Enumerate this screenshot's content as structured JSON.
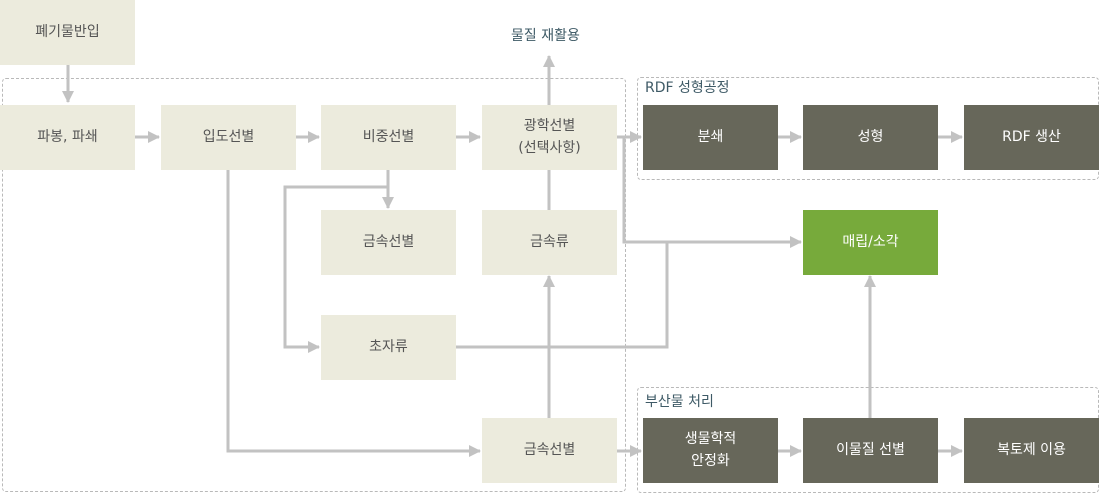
{
  "nodes": {
    "waste_intake": "폐기물반입",
    "crushing": "파봉, 파쇄",
    "size_sorting": "입도선별",
    "gravity_sorting": "비중선별",
    "optical_sorting": "광학선별\n(선택사항)",
    "metal_sorting_mid": "금속선별",
    "metals": "금속류",
    "light_fraction": "초자류",
    "metal_sorting_bottom": "금속선별",
    "shredding": "분쇄",
    "forming": "성형",
    "rdf_production": "RDF 생산",
    "landfill_incineration": "매립/소각",
    "biological_stabilization": "생물학적\n안정화",
    "foreign_matter_sorting": "이물질 선별",
    "soil_cover_use": "복토제 이용"
  },
  "labels": {
    "material_recycling": "물질 재활용"
  },
  "regions": {
    "rdf_process": "RDF 성형공정",
    "byproduct_treatment": "부산물 처리"
  },
  "colors": {
    "light_box": "#ecebdd",
    "dark_box": "#67675a",
    "highlight_box": "#77aa3b",
    "arrow": "#c2c2c2",
    "title_text": "#3e5a66"
  }
}
